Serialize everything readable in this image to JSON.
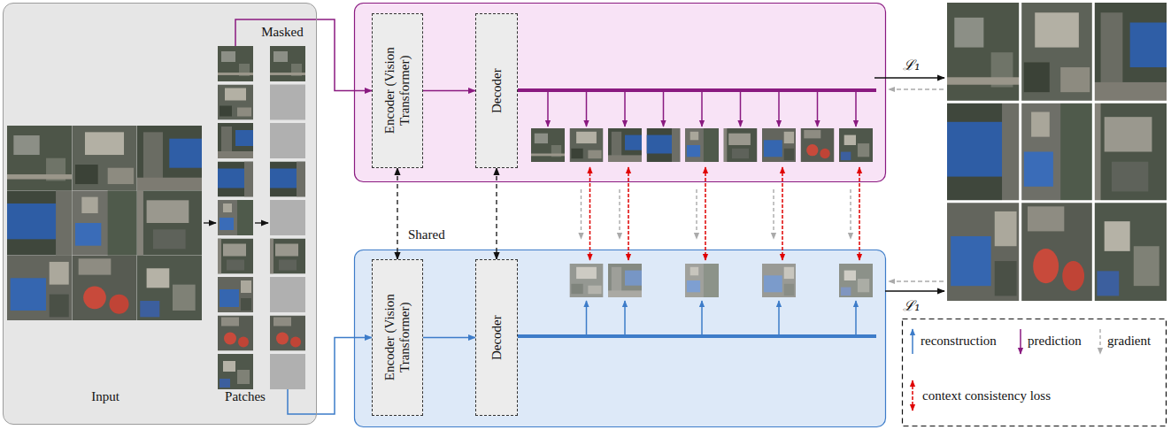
{
  "diagram": {
    "nodes": [
      {
        "text": [
          "Masked",
          "Input",
          "Patches"
        ]
      },
      {
        "text": [
          "Encoder (Vision Transformer)"
        ]
      },
      {
        "text": [
          "Decoder"
        ]
      },
      {
        "text": [
          "Encoder (Vision Transformer)"
        ]
      },
      {
        "text": [
          "Decoder"
        ]
      }
    ],
    "edges": [
      {
        "from": 0,
        "to": 1,
        "arrow": "to"
      },
      {
        "from": 0,
        "to": 3,
        "arrow": "to"
      },
      {
        "from": 1,
        "to": 2,
        "arrow": "to"
      },
      {
        "from": 3,
        "to": 4,
        "arrow": "to"
      },
      {
        "from": 1,
        "to": 3,
        "arrow": "both",
        "label": "Shared"
      },
      {
        "from": 2,
        "to": 4,
        "arrow": "both"
      }
    ],
    "labels": [
      "ℒ₁",
      "ℒ₁"
    ],
    "legend": [
      {
        "text": "reconstruction"
      },
      {
        "text": "prediction"
      },
      {
        "text": "gradient"
      },
      {
        "text": "context consistency loss"
      }
    ]
  }
}
